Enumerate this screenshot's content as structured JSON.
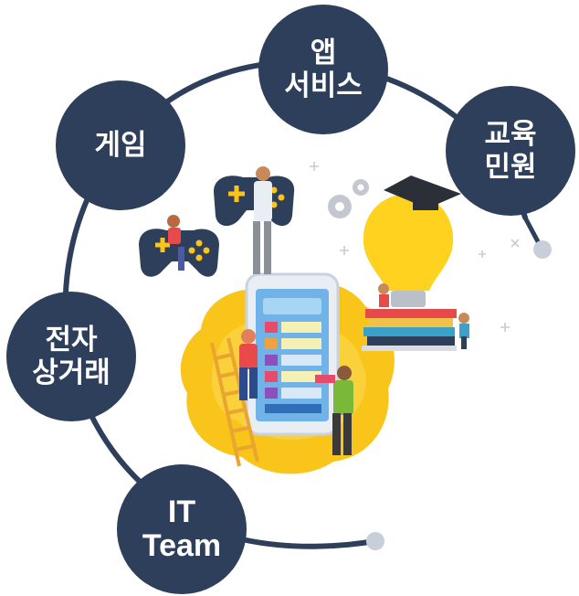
{
  "nodes": {
    "app": "앱\n서비스",
    "game": "게임",
    "edu": "교육\n민원",
    "ecom": "전자\n상거래",
    "it": "IT\nTeam"
  },
  "colors": {
    "node": "#2e3f5c",
    "ring": "#2e3f5c",
    "end_dot": "#c9cfd8",
    "yellow": "#f9c51b",
    "bulb": "#ffd21f"
  },
  "icons": [
    "gamepad-icon",
    "lightbulb-icon",
    "graduation-cap-icon",
    "gear-icon",
    "smartphone-icon",
    "ladder-icon",
    "books-icon"
  ]
}
